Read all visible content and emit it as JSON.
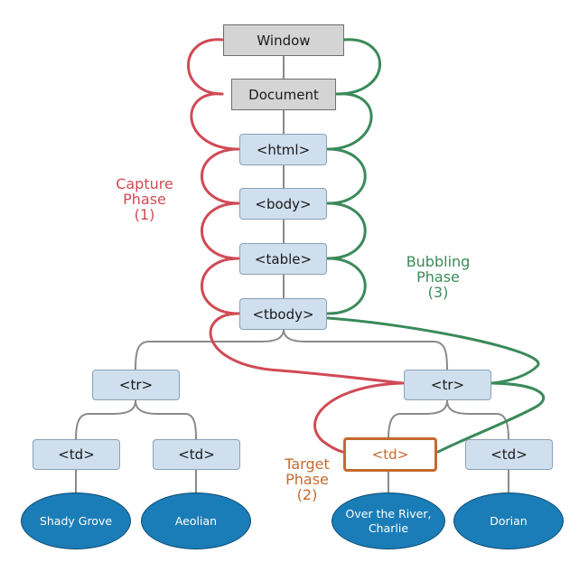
{
  "nodes": {
    "window": "Window",
    "document": "Document",
    "html": "<html>",
    "body": "<body>",
    "table": "<table>",
    "tbody": "<tbody>",
    "tr_left": "<tr>",
    "tr_right": "<tr>",
    "td_1": "<td>",
    "td_2": "<td>",
    "td_target": "<td>",
    "td_4": "<td>"
  },
  "leaves": {
    "leaf_1": "Shady Grove",
    "leaf_2": "Aeolian",
    "leaf_3": "Over the River, Charlie",
    "leaf_4": "Dorian"
  },
  "phases": {
    "capture": {
      "line1": "Capture",
      "line2": "Phase",
      "line3": "(1)"
    },
    "bubbling": {
      "line1": "Bubbling",
      "line2": "Phase",
      "line3": "(3)"
    },
    "target": {
      "line1": "Target",
      "line2": "Phase",
      "line3": "(2)"
    }
  },
  "colors": {
    "capture": "#d04a55",
    "bubbling": "#3a8a5a",
    "target": "#c46a2f",
    "node_fill": "#cfdfee",
    "leaf_fill": "#1b7db7"
  }
}
